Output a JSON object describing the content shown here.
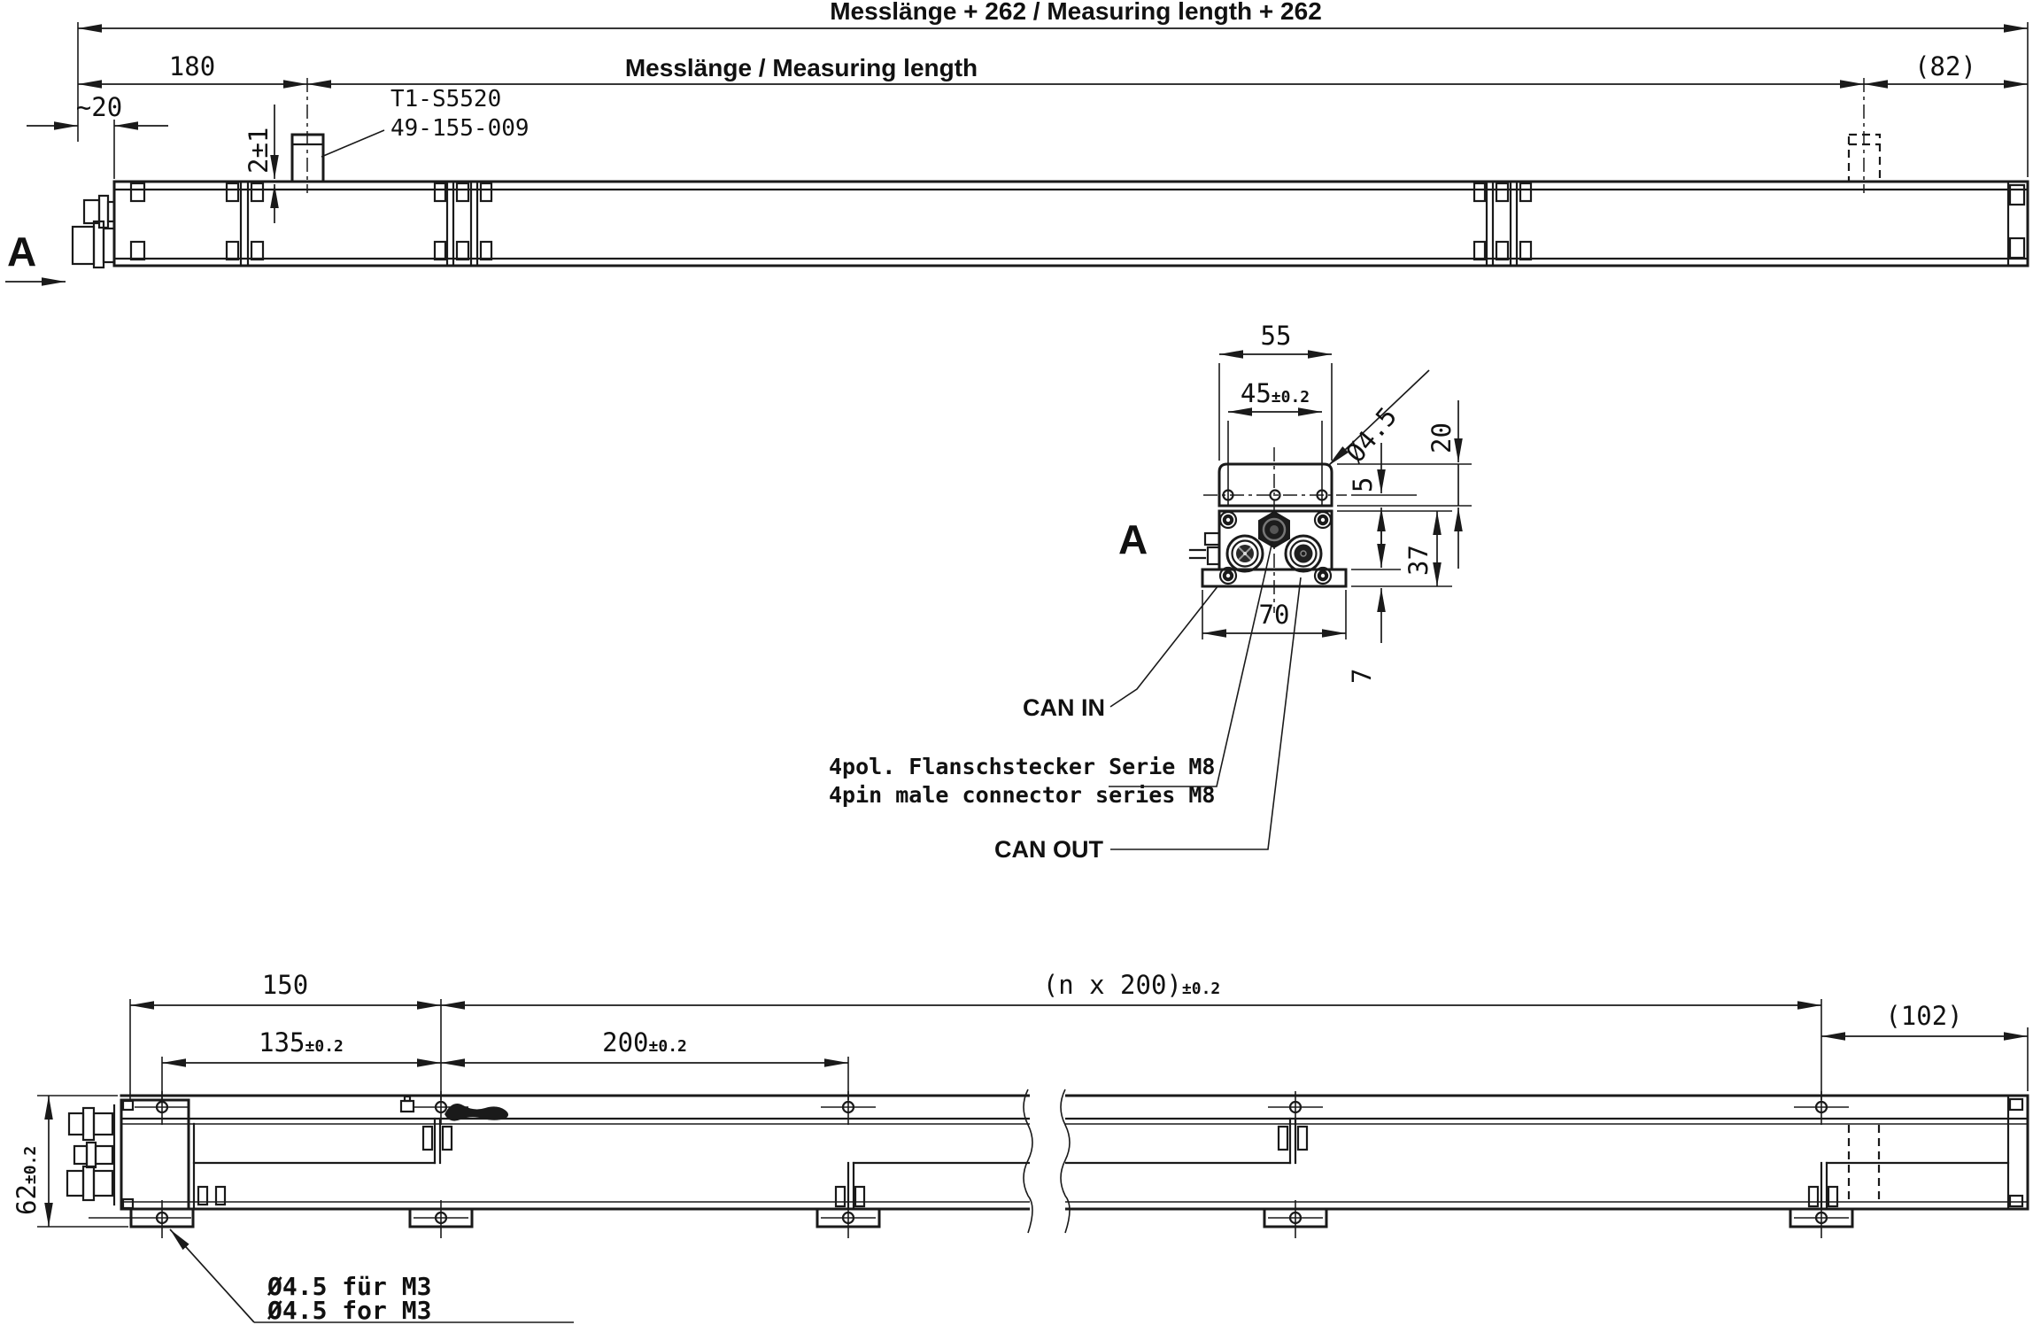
{
  "drawing": {
    "top_view": {
      "dim_total": "Messlänge + 262 / Measuring length + 262",
      "dim_measuring": "Messlänge / Measuring length",
      "dim_180": "180",
      "dim_82": "(82)",
      "dim_approx20": "~20",
      "dim_2pm1": "2±1",
      "clamp_callout_line1": "T1-S5520",
      "clamp_callout_line2": "49-155-009",
      "view_arrow_label": "A"
    },
    "detail_view": {
      "label": "A",
      "dim_55": "55",
      "dim_45": "45",
      "dim_45_tol": "±0.2",
      "dim_dia45": "Ø4.5",
      "dim_20": "20",
      "dim_5": "5",
      "dim_37": "37",
      "dim_70": "70",
      "dim_7": "7",
      "can_in": "CAN IN",
      "can_out": "CAN OUT",
      "connector_label_de": "4pol. Flanschstecker Serie M8",
      "connector_label_en": "4pin male connector series M8"
    },
    "bottom_view": {
      "dim_150": "150",
      "dim_135": "135",
      "dim_135_tol": "±0.2",
      "dim_200": "200",
      "dim_200_tol": "±0.2",
      "dim_n200": "(n x 200)",
      "dim_n200_tol": "±0.2",
      "dim_102": "(102)",
      "dim_62": "62",
      "dim_62_tol": "±0.2",
      "hole_label_de": "Ø4.5 für M3",
      "hole_label_en": "Ø4.5 for M3"
    }
  }
}
